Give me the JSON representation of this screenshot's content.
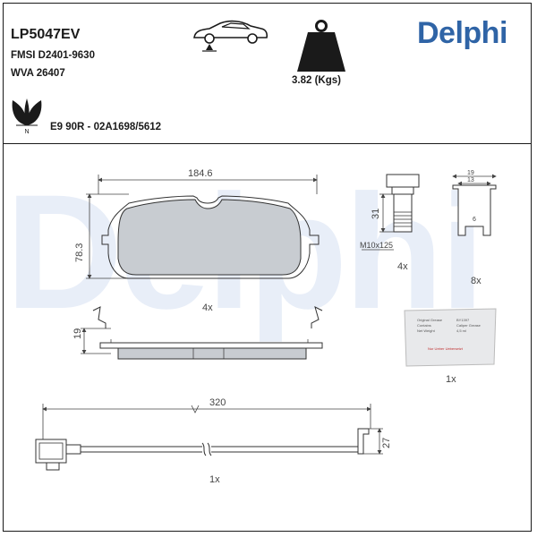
{
  "header": {
    "part_number": "LP5047EV",
    "fmsi": "FMSI D2401-9630",
    "wva": "WVA 26407",
    "approval": "E9 90R - 02A1698/5612",
    "weight": "3.82 (Kgs)",
    "eco_letter": "N"
  },
  "brand": {
    "name": "Delphi",
    "color": "#2f64a6",
    "watermark_color": "#e8eef8"
  },
  "pad": {
    "width_dim": "184.6",
    "height_dim": "78.3",
    "thickness_dim": "19",
    "quantity": "4x"
  },
  "bolt": {
    "length_dim": "31",
    "thread": "M10x125",
    "quantity": "4x"
  },
  "clip": {
    "width_dim": "19",
    "inner_dim": "13",
    "hole_dim": "6",
    "quantity": "8x"
  },
  "grease": {
    "quantity": "1x",
    "lines": [
      "Original Grease",
      "Contains",
      "Net Weight"
    ],
    "values": [
      "BY1397",
      "Caliper Grease",
      "4,5 ml"
    ],
    "warning": "Nur Ueber Uebersetzt"
  },
  "sensor": {
    "length_dim": "320",
    "height_dim": "27",
    "quantity": "1x"
  },
  "icons": [
    "car-lift-icon",
    "weight-icon",
    "eco-leaf-icon"
  ]
}
